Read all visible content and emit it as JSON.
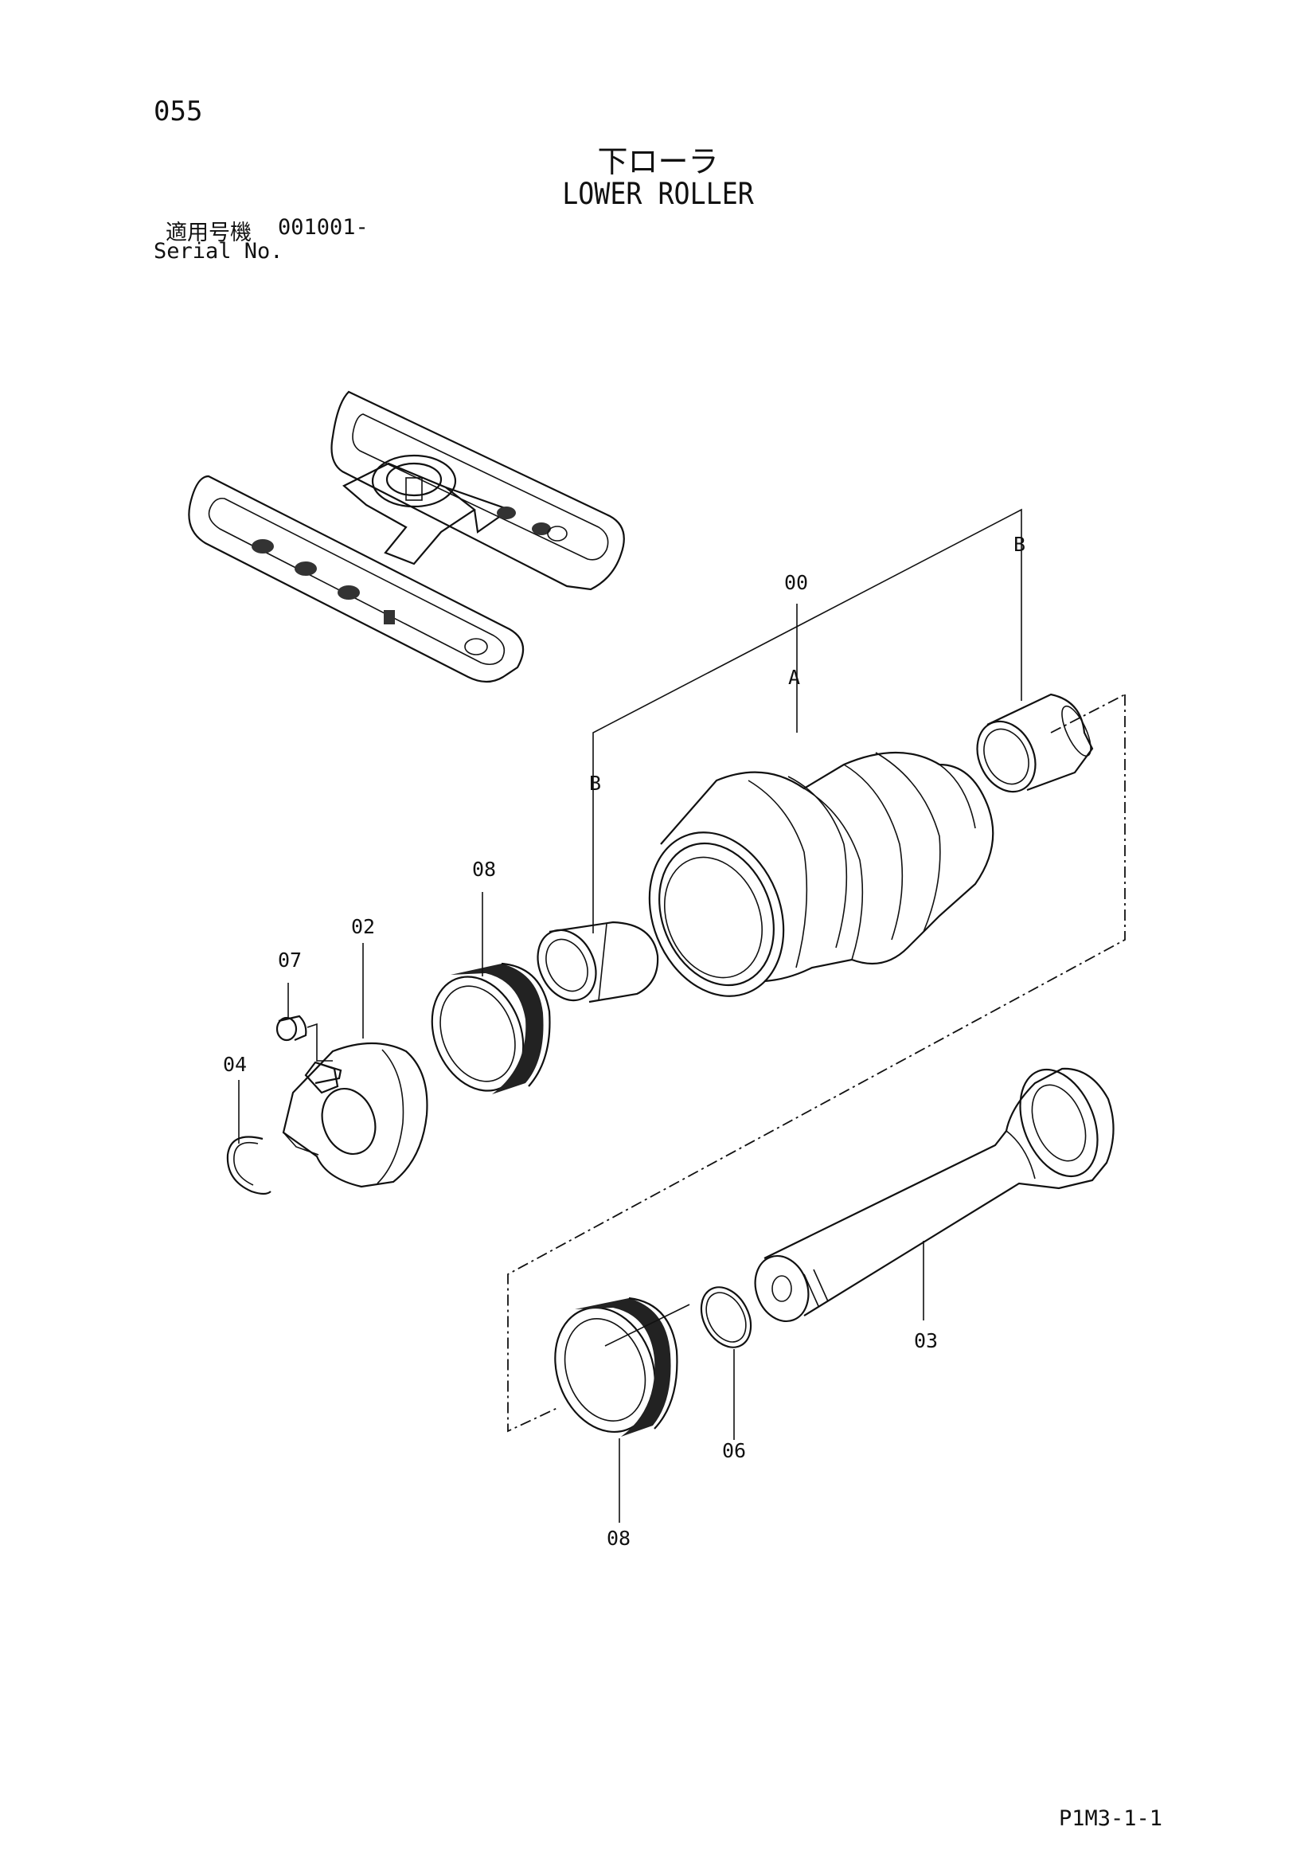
{
  "header": {
    "page_number": "055",
    "title_ja": "下ローラ",
    "title_en": "LOWER ROLLER",
    "serial_label_ja": "適用号機",
    "serial_value": "001001-",
    "serial_label_en": "Serial No."
  },
  "callouts": {
    "p00": "00",
    "pA": "A",
    "pB_right": "B",
    "pB_left": "B",
    "p08_top": "08",
    "p02": "02",
    "p07": "07",
    "p04": "04",
    "p03": "03",
    "p06": "06",
    "p08_bottom": "08"
  },
  "footer": {
    "doc_ref": "P1M3-1-1"
  }
}
